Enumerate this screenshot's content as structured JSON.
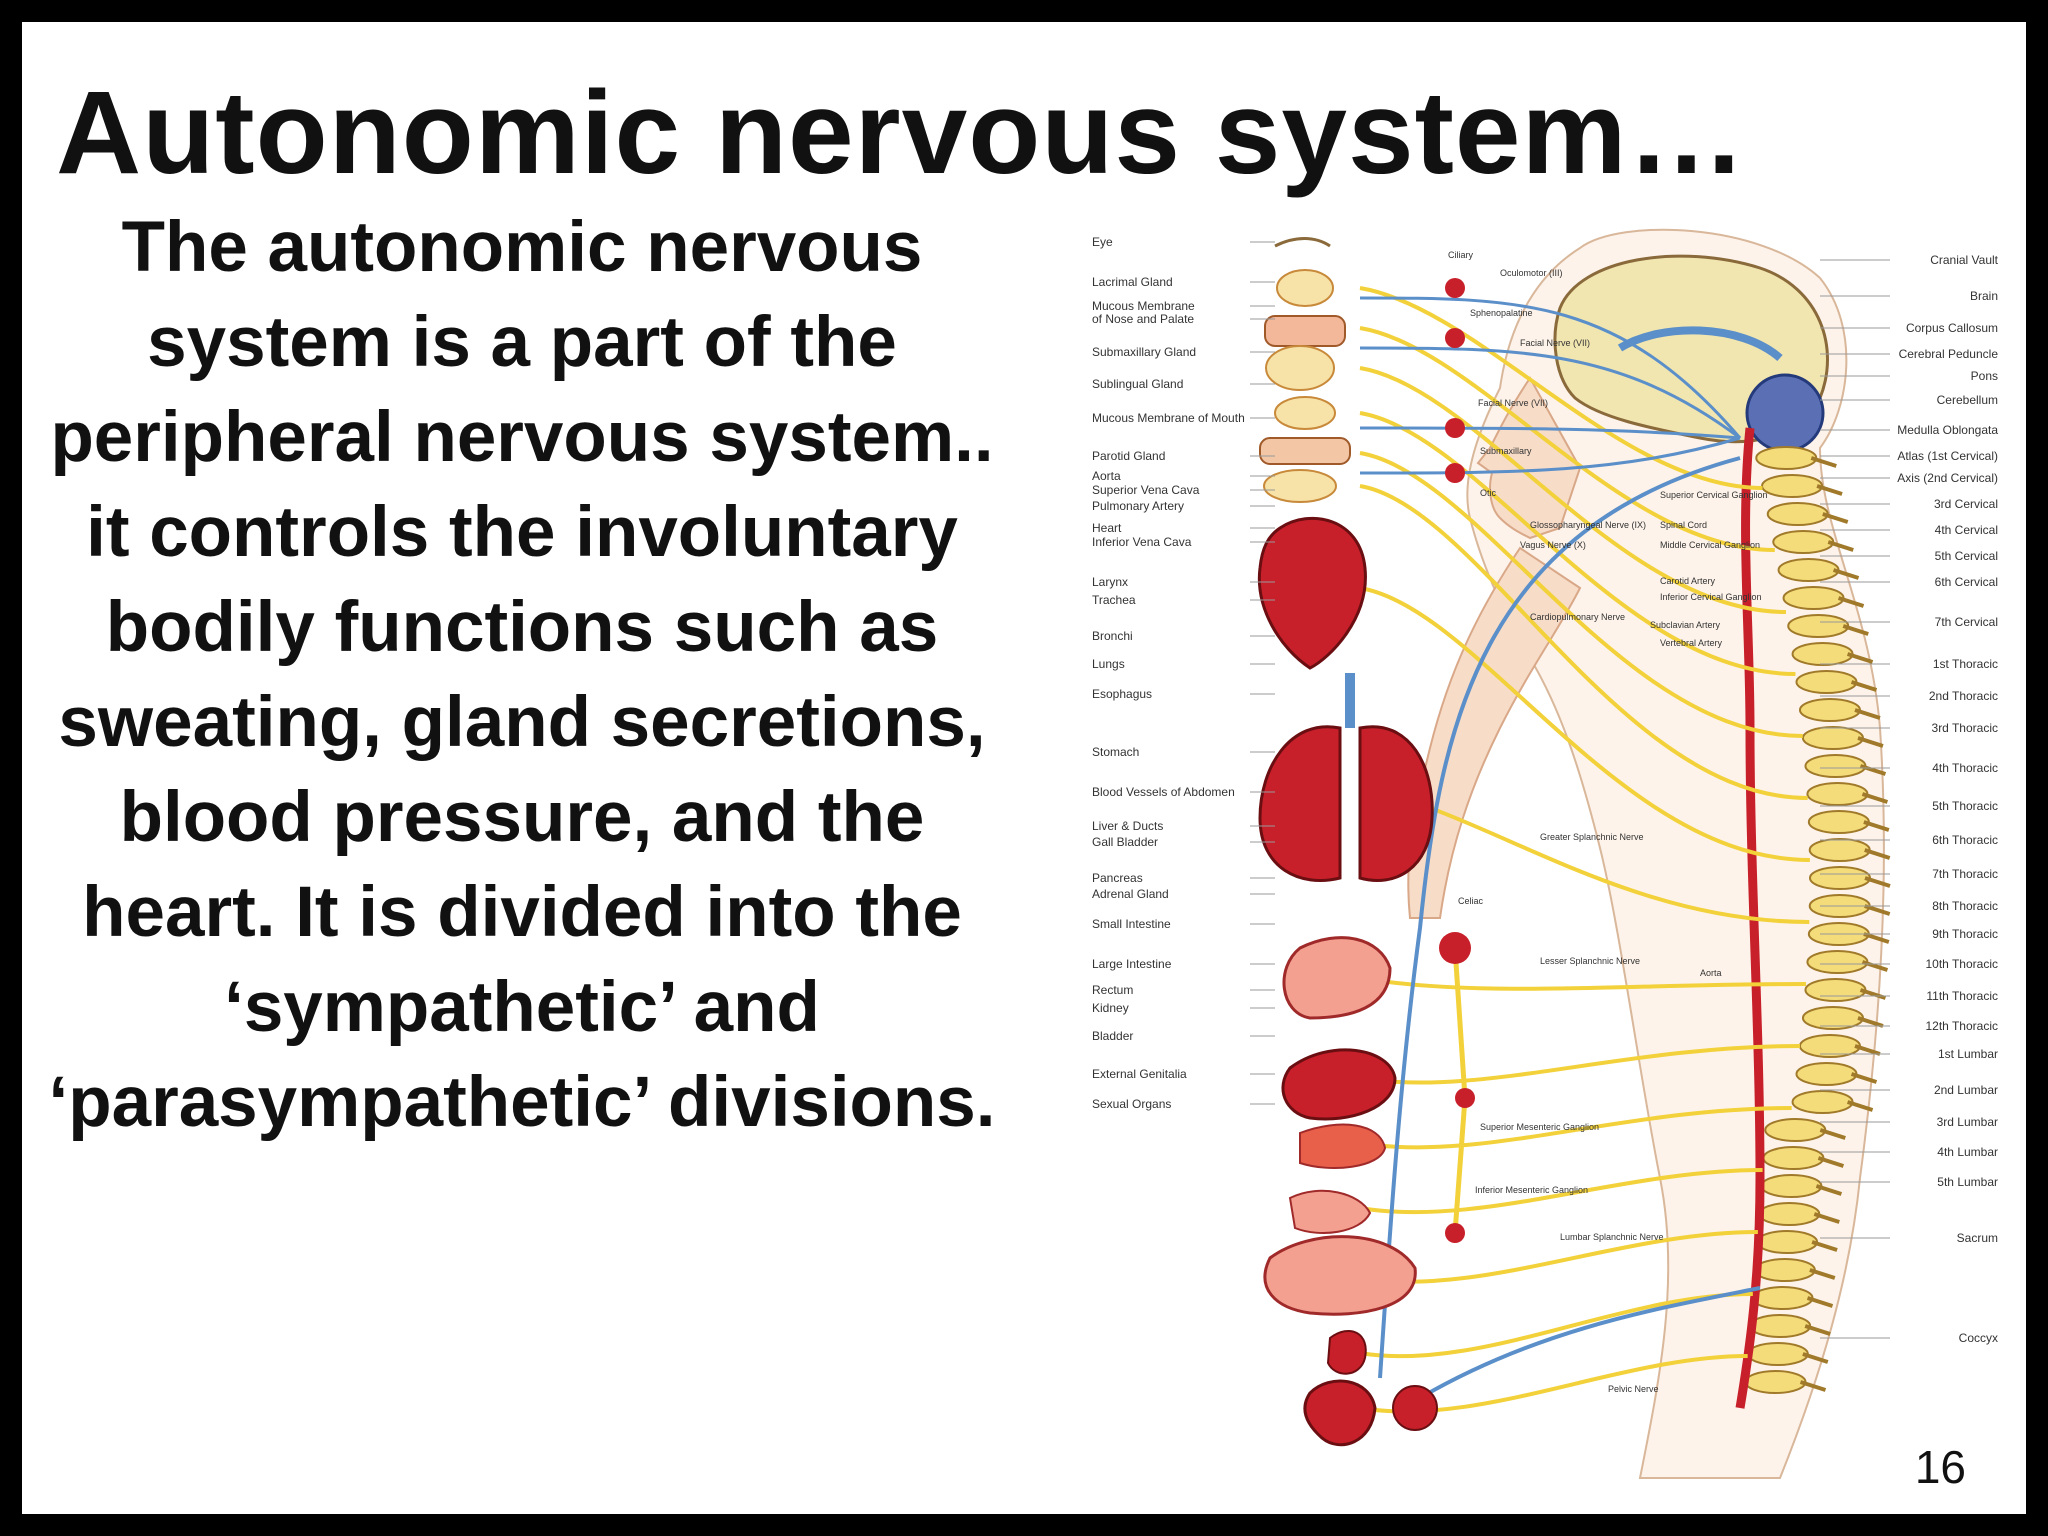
{
  "slide": {
    "title": "Autonomic nervous system…",
    "body": "The autonomic nervous system is a part of the peripheral nervous system.. it controls the involuntary bodily functions such as sweating, gland secretions, blood pressure, and the heart. It is divided into the ‘sympathetic’ and ‘parasympathetic’ divisions.",
    "page_number": "16"
  },
  "diagram": {
    "left_labels": [
      "Eye",
      "Lacrimal Gland",
      "Mucous Membrane",
      "of Nose and Palate",
      "Submaxillary Gland",
      "Sublingual Gland",
      "Mucous Membrane of Mouth",
      "Parotid Gland",
      "Aorta",
      "Superior Vena Cava",
      "Pulmonary Artery",
      "Heart",
      "Inferior Vena Cava",
      "Larynx",
      "Trachea",
      "Bronchi",
      "Lungs",
      "Esophagus",
      "Stomach",
      "Blood Vessels of Abdomen",
      "Liver & Ducts",
      "Gall Bladder",
      "Pancreas",
      "Adrenal Gland",
      "Small Intestine",
      "Large Intestine",
      "Rectum",
      "Kidney",
      "Bladder",
      "External Genitalia",
      "Sexual Organs"
    ],
    "right_labels": [
      "Cranial Vault",
      "Brain",
      "Corpus Callosum",
      "Cerebral Peduncle",
      "Pons",
      "Cerebellum",
      "Medulla Oblongata",
      "Atlas (1st Cervical)",
      "Axis (2nd Cervical)",
      "3rd Cervical",
      "4th Cervical",
      "5th Cervical",
      "6th Cervical",
      "7th Cervical",
      "1st Thoracic",
      "2nd Thoracic",
      "3rd Thoracic",
      "4th Thoracic",
      "5th Thoracic",
      "6th Thoracic",
      "7th Thoracic",
      "8th Thoracic",
      "9th Thoracic",
      "10th Thoracic",
      "11th Thoracic",
      "12th Thoracic",
      "1st Lumbar",
      "2nd Lumbar",
      "3rd Lumbar",
      "4th Lumbar",
      "5th Lumbar",
      "Sacrum",
      "Coccyx"
    ],
    "inner_labels": [
      "Ciliary",
      "Oculomotor (III)",
      "Sphenopalatine",
      "Facial Nerve (VII)",
      "Facial Nerve (VII)",
      "Submaxillary",
      "Otic",
      "Glossopharyngeal Nerve (IX)",
      "Vagus Nerve (X)",
      "Superior Cervical Ganglion",
      "Spinal Cord",
      "Middle Cervical Ganglion",
      "Carotid Artery",
      "Inferior Cervical Ganglion",
      "Subclavian Artery",
      "Vertebral Artery",
      "Cardiopulmonary Nerve",
      "Greater Splanchnic Nerve",
      "Celiac",
      "Lesser Splanchnic Nerve",
      "Aorta",
      "Superior Mesenteric Ganglion",
      "Inferior Mesenteric Ganglion",
      "Lumbar Splanchnic Nerve",
      "Pelvic Nerve"
    ],
    "colors": {
      "nerve": "#f2d13a",
      "vagus": "#5b8fc9",
      "organ": "#c8202a",
      "spine": "#f4dc7a",
      "skin": "#f7dcc8",
      "brain": "#f2e6b0"
    }
  }
}
